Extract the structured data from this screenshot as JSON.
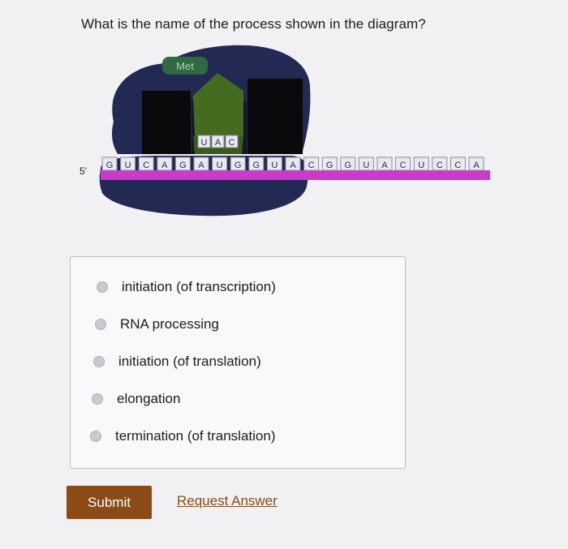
{
  "question": "What is the name of the process shown in the diagram?",
  "diagram": {
    "five_prime_label": "5'",
    "amino_acid_label": "Met",
    "anticodon": [
      "U",
      "A",
      "C"
    ],
    "mrna_bases": [
      "G",
      "U",
      "C",
      "A",
      "G",
      "A",
      "U",
      "G",
      "G",
      "U",
      "A",
      "C",
      "G",
      "G",
      "U",
      "A",
      "C",
      "U",
      "C",
      "C",
      "A"
    ]
  },
  "options": [
    {
      "label": "initiation (of transcription)"
    },
    {
      "label": "RNA processing"
    },
    {
      "label": "initiation (of translation)"
    },
    {
      "label": "elongation"
    },
    {
      "label": "termination (of translation)"
    }
  ],
  "buttons": {
    "submit": "Submit",
    "request_answer": "Request Answer"
  },
  "colors": {
    "accent": "#8a4b16",
    "ribosome": "#222a54",
    "mrna": "#c93bc9",
    "trna": "#446b20"
  }
}
